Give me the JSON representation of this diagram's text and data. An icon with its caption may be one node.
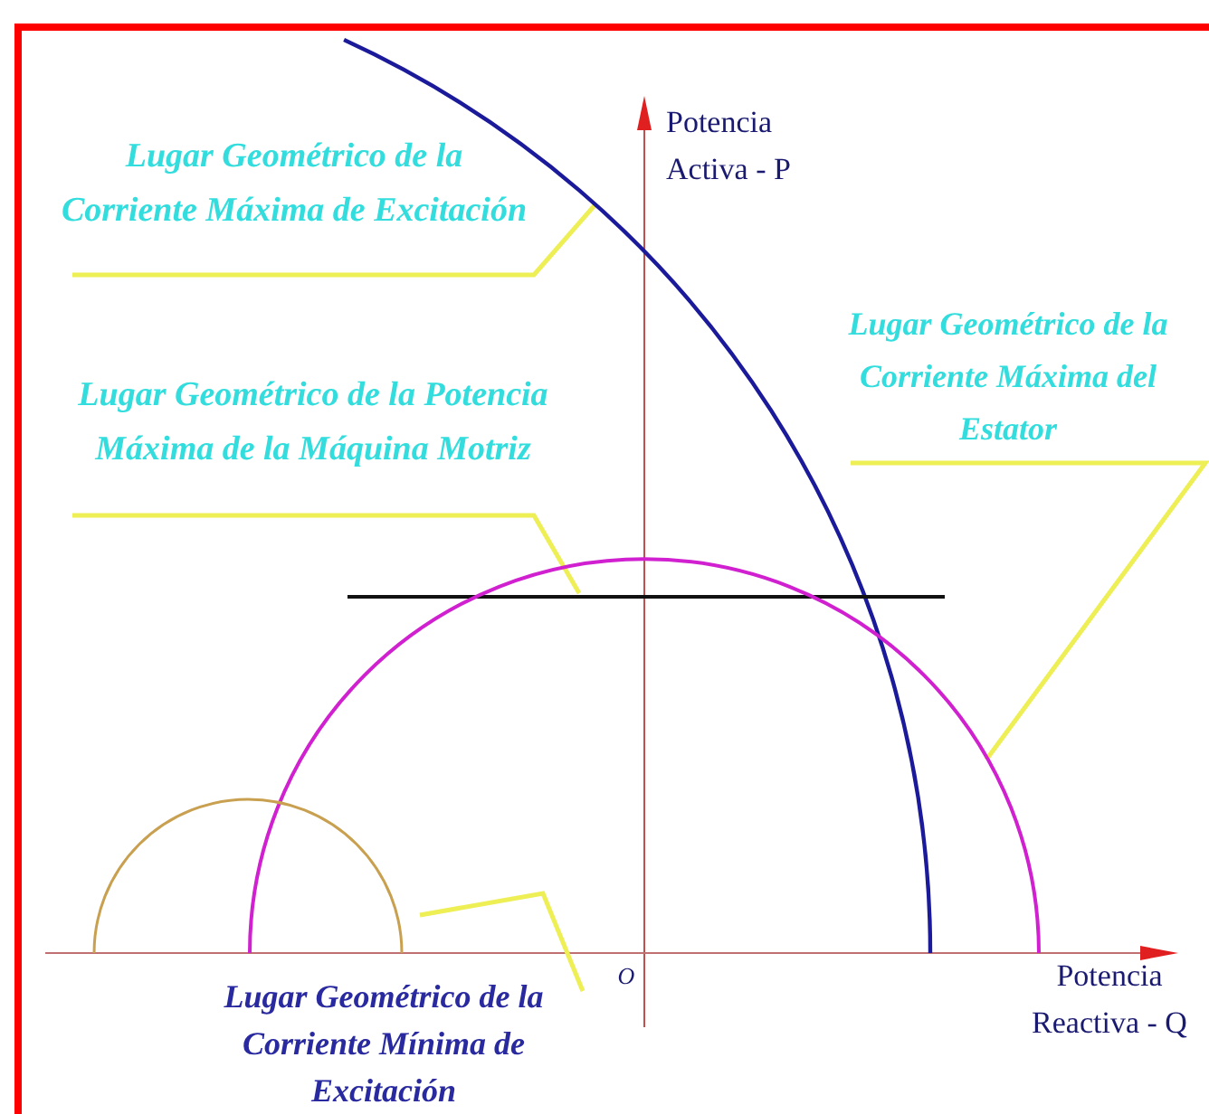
{
  "diagram": {
    "nodes": [
      {
        "text": [
          "Lugar Geométrico de la Corriente Máxima de Excitación"
        ]
      },
      {
        "text": [
          "Lugar Geométrico de la Potencia Máxima de la Máquina Motriz"
        ]
      },
      {
        "text": [
          "Lugar Geométrico de la Corriente Máxima del Estator"
        ]
      },
      {
        "text": [
          "Lugar Geométrico de la  Corriente Mínima de Excitación"
        ]
      },
      {
        "text": [],
        "shape": "arc"
      },
      {
        "text": [],
        "shape": "line"
      },
      {
        "text": [],
        "shape": "arc"
      },
      {
        "text": [],
        "shape": "arc"
      }
    ],
    "edges": [
      {
        "from": 0,
        "to": 4,
        "arrow": "none"
      },
      {
        "from": 1,
        "to": 5,
        "arrow": "none"
      },
      {
        "from": 2,
        "to": 6,
        "arrow": "none"
      },
      {
        "from": 3,
        "to": 7,
        "arrow": "none"
      }
    ],
    "labels": [
      "Potencia Activa - P",
      "O",
      "Potencia Reactiva - Q"
    ]
  }
}
